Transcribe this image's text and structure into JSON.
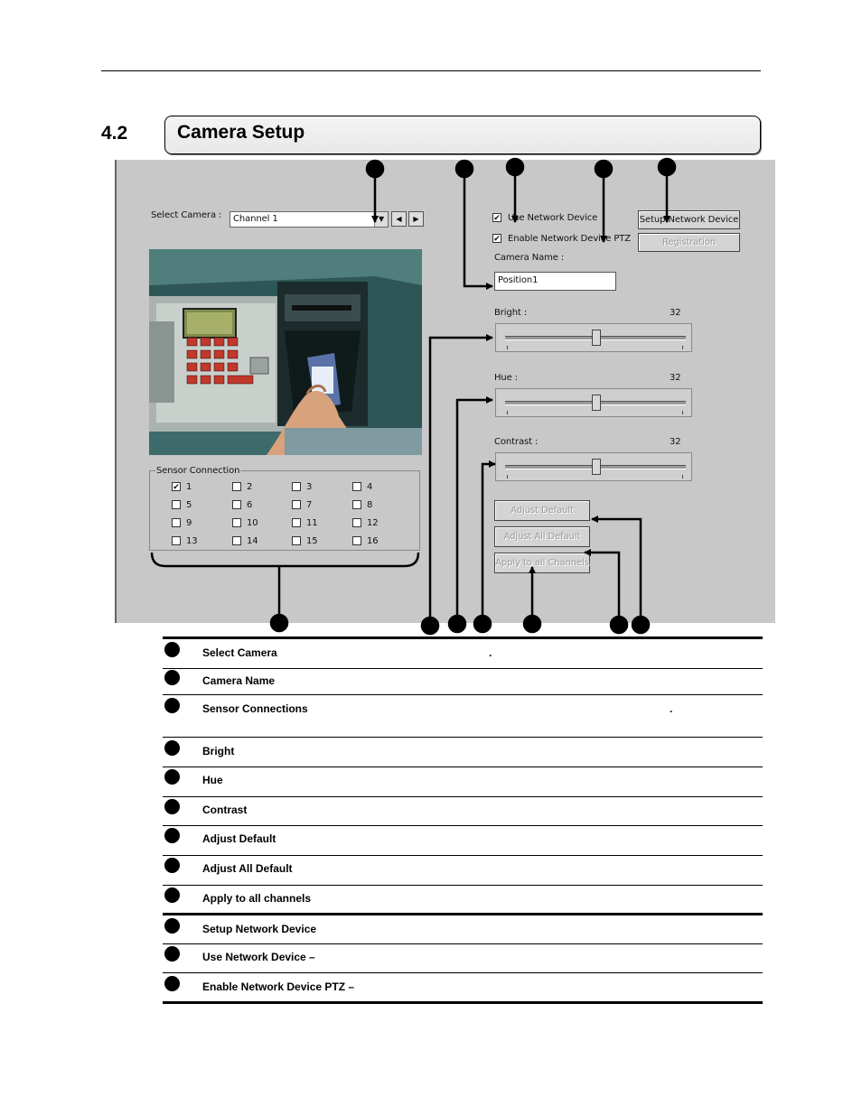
{
  "section": {
    "number": "4.2",
    "title": "Camera Setup"
  },
  "screenshot": {
    "select_camera_label": "Select Camera :",
    "camera_value": "Channel 1",
    "use_network_device": "Use Network Device",
    "use_network_checked": true,
    "enable_network_ptz": "Enable Network Device PTZ",
    "enable_ptz_checked": true,
    "setup_network_button": "Setup Network Device",
    "registration_button": "Registration",
    "camera_name_label": "Camera Name :",
    "camera_name_value": "Position1",
    "sensor_group_label": "Sensor Connection",
    "sensors": [
      {
        "label": "1",
        "checked": true
      },
      {
        "label": "2",
        "checked": false
      },
      {
        "label": "3",
        "checked": false
      },
      {
        "label": "4",
        "checked": false
      },
      {
        "label": "5",
        "checked": false
      },
      {
        "label": "6",
        "checked": false
      },
      {
        "label": "7",
        "checked": false
      },
      {
        "label": "8",
        "checked": false
      },
      {
        "label": "9",
        "checked": false
      },
      {
        "label": "10",
        "checked": false
      },
      {
        "label": "11",
        "checked": false
      },
      {
        "label": "12",
        "checked": false
      },
      {
        "label": "13",
        "checked": false
      },
      {
        "label": "14",
        "checked": false
      },
      {
        "label": "15",
        "checked": false
      },
      {
        "label": "16",
        "checked": false
      }
    ],
    "sliders": [
      {
        "label": "Bright :",
        "value": "32"
      },
      {
        "label": "Hue :",
        "value": "32"
      },
      {
        "label": "Contrast :",
        "value": "32"
      }
    ],
    "adjust_default_button": "Adjust Default",
    "adjust_all_default_button": "Adjust All Default",
    "apply_all_button": "Apply to all Channels"
  },
  "legend": [
    {
      "label": "Select Camera",
      "extra": "."
    },
    {
      "label": "Camera Name",
      "extra": ""
    },
    {
      "label": "Sensor Connections",
      "extra": "."
    },
    {
      "label": "Bright",
      "extra": ""
    },
    {
      "label": "Hue",
      "extra": ""
    },
    {
      "label": "Contrast",
      "extra": ""
    },
    {
      "label": "Adjust Default",
      "extra": ""
    },
    {
      "label": "Adjust All Default",
      "extra": ""
    },
    {
      "label": "Apply to all channels",
      "extra": ""
    },
    {
      "label": "Setup Network Device",
      "extra": ""
    },
    {
      "label": "Use Network Device –",
      "extra": ""
    },
    {
      "label": "Enable Network Device PTZ –",
      "extra": ""
    }
  ]
}
